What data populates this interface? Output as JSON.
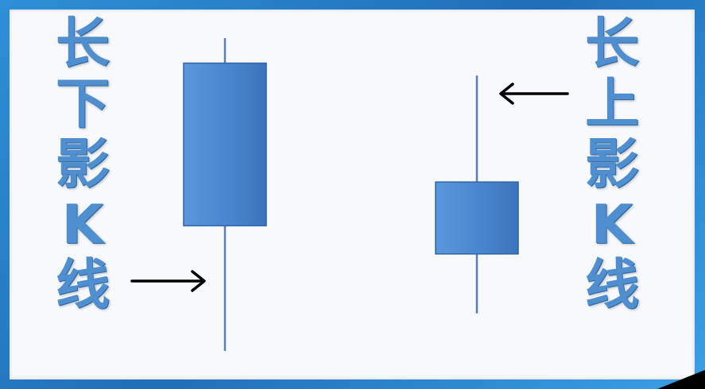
{
  "left_label": {
    "chars": [
      "长",
      "下",
      "影",
      "K",
      "线"
    ]
  },
  "right_label": {
    "chars": [
      "长",
      "上",
      "影",
      "K",
      "线"
    ]
  },
  "colors": {
    "candle_body": "#4a87d0",
    "candle_border": "#2f64a8",
    "wick": "#5a7fb0",
    "arrow": "#000000",
    "label_text": "#4f8fcf"
  },
  "candles": [
    {
      "id": "long-lower-shadow",
      "high": 100,
      "open": 92,
      "close": 40,
      "low": 0
    },
    {
      "id": "long-upper-shadow",
      "high": 88,
      "open": 54,
      "close": 31,
      "low": 12
    }
  ]
}
